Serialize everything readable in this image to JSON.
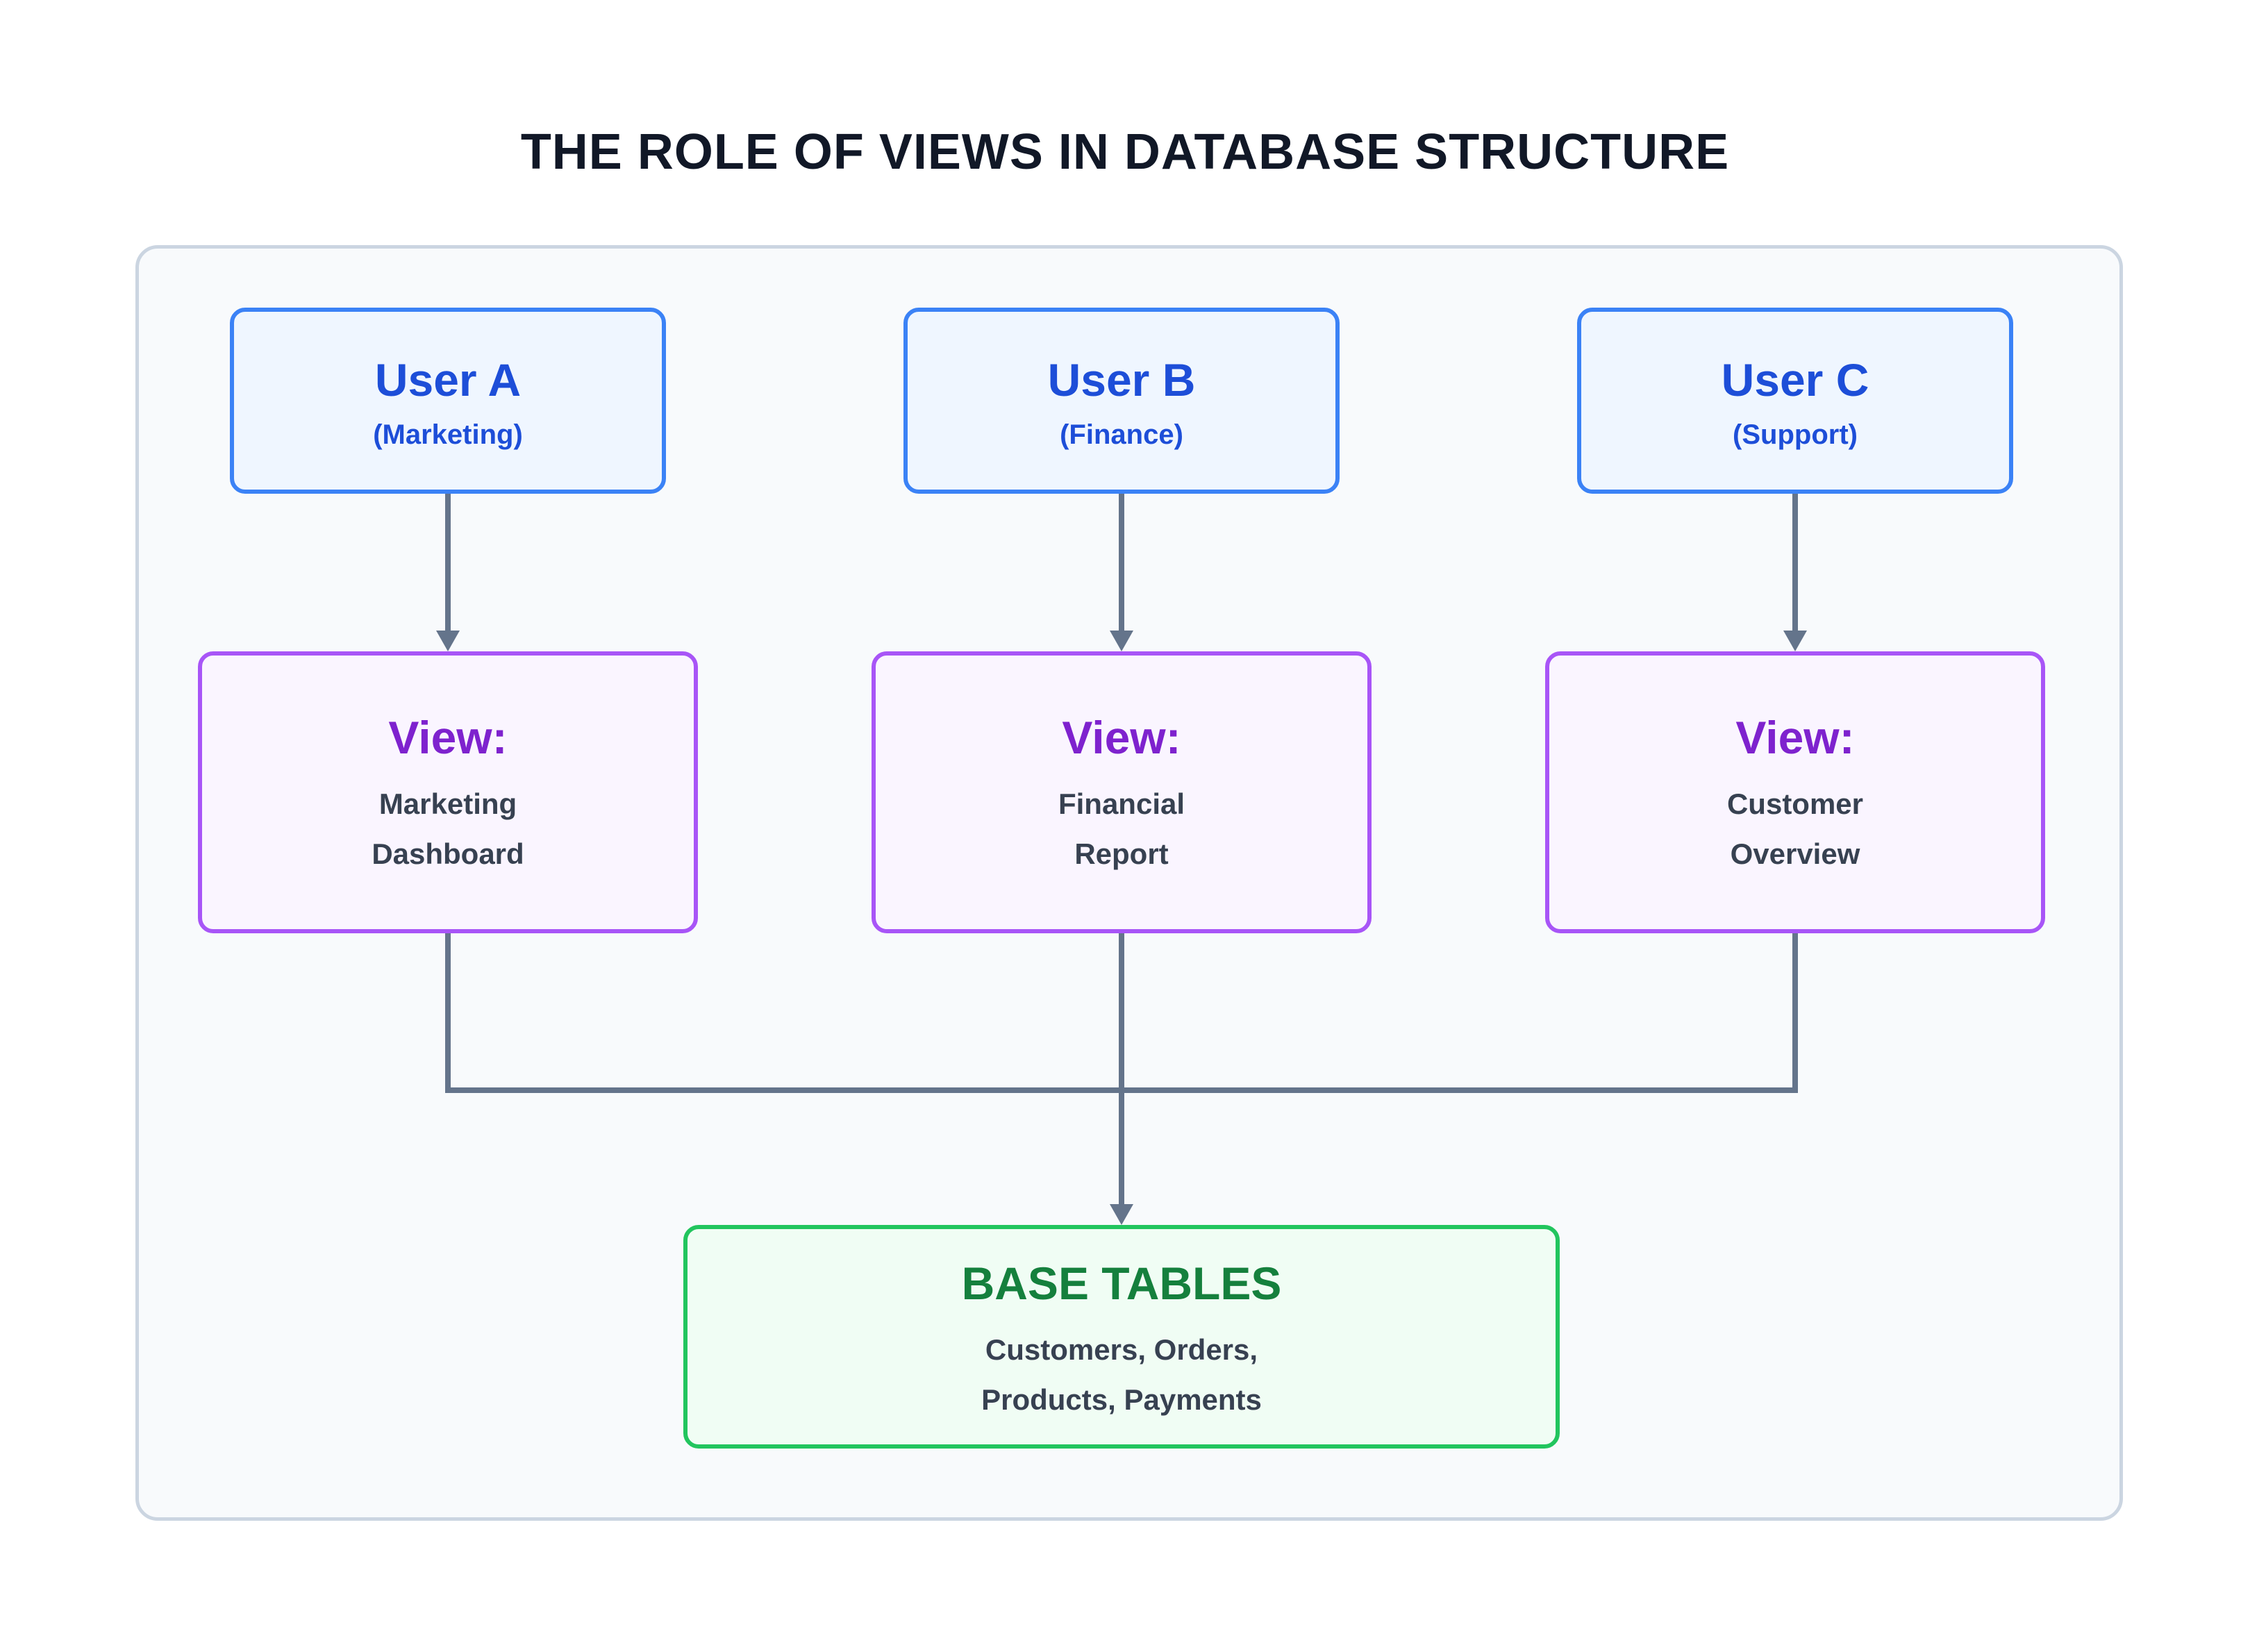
{
  "title": "THE ROLE OF VIEWS IN DATABASE STRUCTURE",
  "users": [
    {
      "name": "User A",
      "dept": "(Marketing)"
    },
    {
      "name": "User B",
      "dept": "(Finance)"
    },
    {
      "name": "User C",
      "dept": "(Support)"
    }
  ],
  "views": [
    {
      "label": "View:",
      "line1": "Marketing",
      "line2": "Dashboard"
    },
    {
      "label": "View:",
      "line1": "Financial",
      "line2": "Report"
    },
    {
      "label": "View:",
      "line1": "Customer",
      "line2": "Overview"
    }
  ],
  "base": {
    "title": "BASE TABLES",
    "line1": "Customers, Orders,",
    "line2": "Products, Payments"
  },
  "colors": {
    "user_border": "#3b82f6",
    "view_border": "#a855f7",
    "base_border": "#22c55e",
    "connector": "#64748b"
  }
}
